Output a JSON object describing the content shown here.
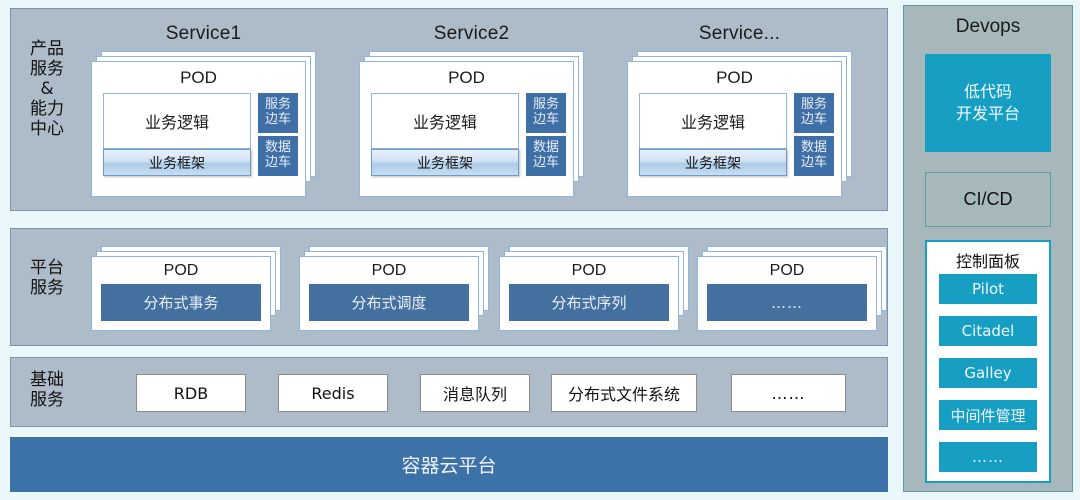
{
  "page": {
    "background": "#eaf7fb",
    "panel_fill": "#aebcca",
    "panel_border": "#7d93ab",
    "sidecar_fill": "#3f6fa7",
    "pod_inner_fill": "#43709f",
    "cloud_bar_fill": "#3d72a8",
    "devops_fill": "#a6b8bb",
    "devops_border": "#5e9aa8",
    "cyan_accent": "#169fc3"
  },
  "layers": {
    "product": {
      "label": "产品\n服务\n&\n能力\n中心",
      "label_lines": [
        "产品",
        "服务",
        "&",
        "能力",
        "中心"
      ],
      "services": [
        {
          "title": "Service1",
          "pod_title": "POD",
          "business_logic": "业务逻辑",
          "business_framework": "业务框架",
          "sidecars": [
            {
              "line1": "服务",
              "line2": "边车"
            },
            {
              "line1": "数据",
              "line2": "边车"
            }
          ]
        },
        {
          "title": "Service2",
          "pod_title": "POD",
          "business_logic": "业务逻辑",
          "business_framework": "业务框架",
          "sidecars": [
            {
              "line1": "服务",
              "line2": "边车"
            },
            {
              "line1": "数据",
              "line2": "边车"
            }
          ]
        },
        {
          "title": "Service...",
          "pod_title": "POD",
          "business_logic": "业务逻辑",
          "business_framework": "业务框架",
          "sidecars": [
            {
              "line1": "服务",
              "line2": "边车"
            },
            {
              "line1": "数据",
              "line2": "边车"
            }
          ]
        }
      ]
    },
    "platform": {
      "label_lines": [
        "平台",
        "服务"
      ],
      "pods": [
        {
          "pod_title": "POD",
          "name": "分布式事务"
        },
        {
          "pod_title": "POD",
          "name": "分布式调度"
        },
        {
          "pod_title": "POD",
          "name": "分布式序列"
        },
        {
          "pod_title": "POD",
          "name": "……"
        }
      ]
    },
    "infrastructure": {
      "label_lines": [
        "基础",
        "服务"
      ],
      "items": [
        "RDB",
        "Redis",
        "消息队列",
        "分布式文件系统",
        "……"
      ]
    },
    "container_cloud": {
      "label": "容器云平台"
    }
  },
  "devops": {
    "title": "Devops",
    "lowcode": {
      "line1": "低代码",
      "line2": "开发平台"
    },
    "cicd": "CI/CD",
    "control_panel": {
      "title": "控制面板",
      "buttons": [
        "Pilot",
        "Citadel",
        "Galley",
        "中间件管理",
        "……"
      ]
    }
  }
}
